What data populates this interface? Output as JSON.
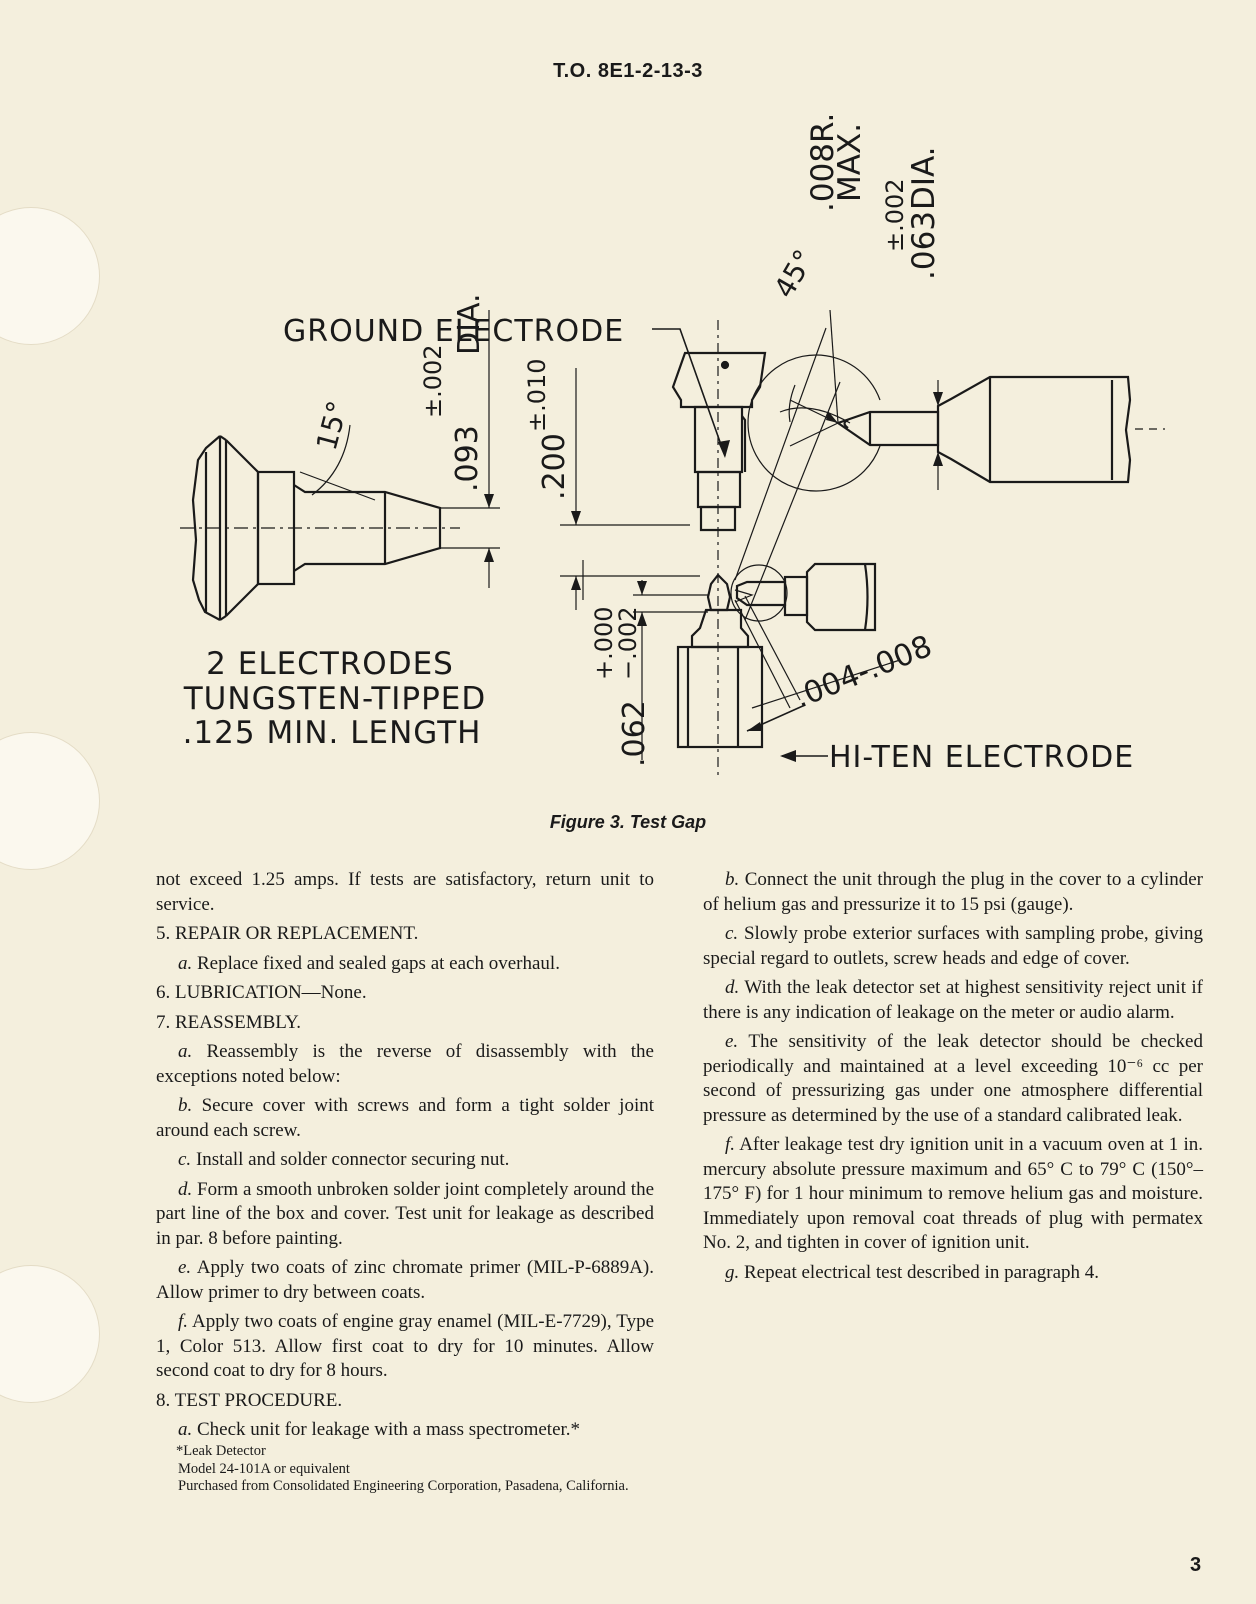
{
  "header": {
    "doc_number": "T.O. 8E1-2-13-3"
  },
  "figure": {
    "labels": {
      "ground_electrode": "GROUND ELECTRODE",
      "hi_ten_electrode": "HI-TEN ELECTRODE",
      "note_line1": "2 ELECTRODES",
      "note_line2": "TUNGSTEN-TIPPED",
      "note_line3": ".125 MIN. LENGTH",
      "dim_093": ".093",
      "tol_093": "±.002",
      "dia_093": "DIA.",
      "angle_15": "15°",
      "dim_200": ".200",
      "tol_200": "±.010",
      "dim_062": ".062",
      "tol_062_plus": "+.000",
      "tol_062_minus": "−.002",
      "gap": ".004-.008",
      "angle_45": "45°",
      "radius": ".008R.",
      "radius_max": "MAX.",
      "tol_063": "±.002",
      "dim_063": ".063",
      "dia_063": "DIA."
    },
    "caption": "Figure 3. Test Gap"
  },
  "left_column": [
    {
      "type": "continuation",
      "text": "not exceed 1.25 amps. If tests are satisfactory, return unit to service."
    },
    {
      "type": "heading",
      "text": "5. REPAIR OR REPLACEMENT."
    },
    {
      "type": "item",
      "letter": "a.",
      "text": "Replace fixed and sealed gaps at each overhaul."
    },
    {
      "type": "heading",
      "text": "6. LUBRICATION—None."
    },
    {
      "type": "heading",
      "text": "7. REASSEMBLY."
    },
    {
      "type": "item",
      "letter": "a.",
      "text": "Reassembly is the reverse of disassembly with the exceptions noted below:"
    },
    {
      "type": "item",
      "letter": "b.",
      "text": "Secure cover with screws and form a tight solder joint around each screw."
    },
    {
      "type": "item",
      "letter": "c.",
      "text": "Install and solder connector securing nut."
    },
    {
      "type": "item",
      "letter": "d.",
      "text": "Form a smooth unbroken solder joint completely around the part line of the box and cover. Test unit for leakage as described in par. 8 before painting."
    },
    {
      "type": "item",
      "letter": "e.",
      "text": "Apply two coats of zinc chromate primer (MIL-P-6889A). Allow primer to dry between coats."
    },
    {
      "type": "item",
      "letter": "f.",
      "text": "Apply two coats of engine gray enamel (MIL-E-7729), Type 1, Color 513. Allow first coat to dry for 10 minutes. Allow second coat to dry for 8 hours."
    },
    {
      "type": "heading",
      "text": "8. TEST PROCEDURE."
    },
    {
      "type": "item",
      "letter": "a.",
      "text": "Check unit for leakage with a mass spectrometer.*"
    }
  ],
  "footnote": {
    "line1": "*Leak Detector",
    "line2": "Model 24-101A or equivalent",
    "line3": "Purchased from Consolidated Engineering Corporation, Pasadena, California."
  },
  "right_column": [
    {
      "type": "item",
      "letter": "b.",
      "text": "Connect the unit through the plug in the cover to a cylinder of helium gas and pressurize it to 15 psi (gauge)."
    },
    {
      "type": "item",
      "letter": "c.",
      "text": "Slowly probe exterior surfaces with sampling probe, giving special regard to outlets, screw heads and edge of cover."
    },
    {
      "type": "item",
      "letter": "d.",
      "text": "With the leak detector set at highest sensitivity reject unit if there is any indication of leakage on the meter or audio alarm."
    },
    {
      "type": "item",
      "letter": "e.",
      "text": "The sensitivity of the leak detector should be checked periodically and maintained at a level exceeding 10⁻⁶ cc per second of pressurizing gas under one atmosphere differential pressure as determined by the use of a standard calibrated leak."
    },
    {
      "type": "item",
      "letter": "f.",
      "text": "After leakage test dry ignition unit in a vacuum oven at 1 in. mercury absolute pressure maximum and 65° C to 79° C (150°–175° F) for 1 hour minimum to remove helium gas and moisture. Immediately upon removal coat threads of plug with permatex No. 2, and tighten in cover of ignition unit."
    },
    {
      "type": "item",
      "letter": "g.",
      "text": "Repeat electrical test described in paragraph 4."
    }
  ],
  "page_number": "3"
}
